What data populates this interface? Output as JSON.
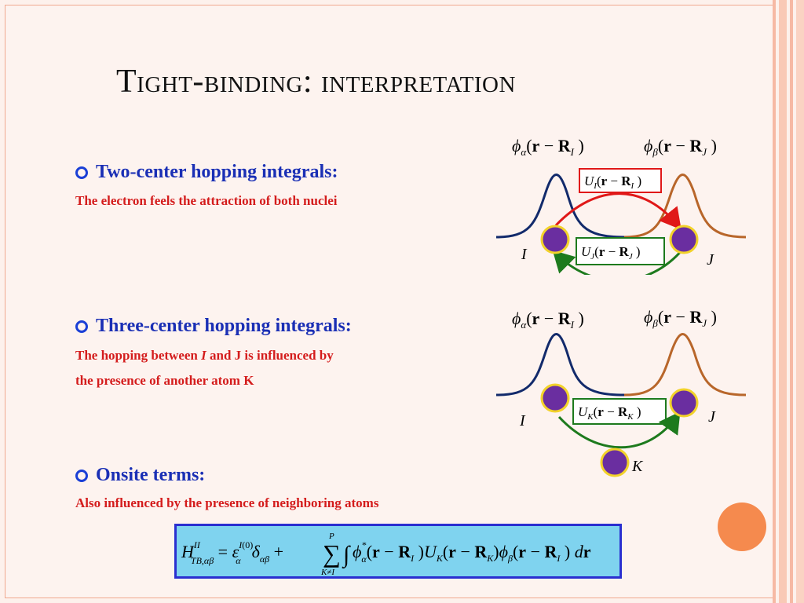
{
  "title": "Tight-binding: interpretation",
  "sections": [
    {
      "heading": "Two-center hopping integrals:",
      "lines": [
        "The electron feels the attraction of both nuclei"
      ]
    },
    {
      "heading": "Three-center hopping integrals:",
      "line1_a": "The hopping between ",
      "line1_i": "I",
      "line1_b": " and J is influenced by",
      "line2": "the presence of another atom K"
    },
    {
      "heading": "Onsite terms:",
      "lines": [
        "Also influenced by the presence of neighboring atoms"
      ]
    }
  ],
  "diagram_labels": {
    "atom_I": "I",
    "atom_J": "J",
    "atom_K": "K",
    "phi_alpha": "φα(r − RI)",
    "phi_beta": "φβ(r − RJ)",
    "U_I": "UI(r − RI)",
    "U_J": "UJ(r − RJ)",
    "U_K": "UK(r − RK)"
  },
  "formula": "H^II_TB,αβ = ε^I(0)_α δ_αβ + Σ_{K≠I}^{P} ∫ φ*_α(r − R_I) U_K(r − R_K) φ_β(r − R_I) dr",
  "colors": {
    "heading": "#1a2fb5",
    "subtext": "#d41c1c",
    "atom": "#6a2ea0",
    "atom_ring": "#f2d22a",
    "curve_left": "#122a6b",
    "curve_right": "#b8662a",
    "arrow_red": "#e01818",
    "arrow_green": "#1d7a1d",
    "formula_bg": "#7fd3ef",
    "accent_circle": "#f58a4e"
  }
}
